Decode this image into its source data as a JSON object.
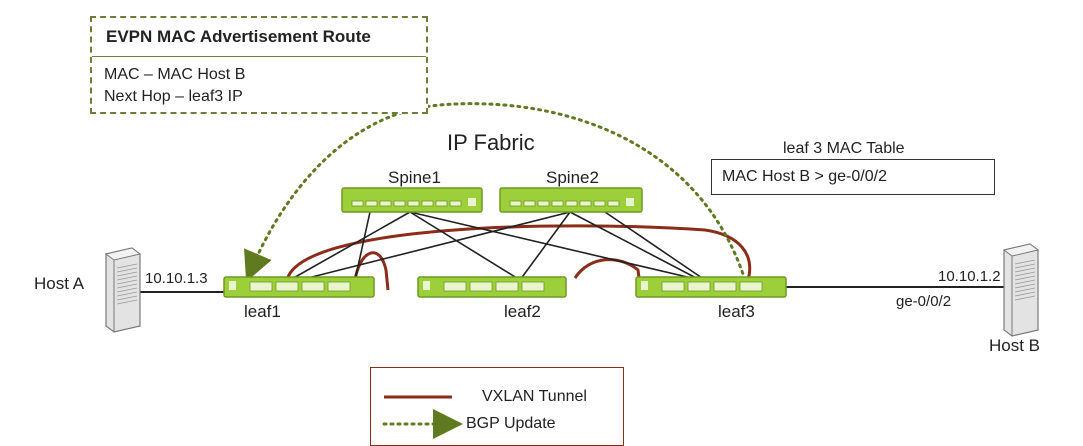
{
  "route_box": {
    "title": "EVPN MAC Advertisement Route",
    "lines": [
      "MAC – MAC Host B",
      "Next Hop – leaf3 IP"
    ]
  },
  "fabric_label": "IP Fabric",
  "mac_table": {
    "title": "leaf 3 MAC Table",
    "entry": "MAC Host B > ge-0/0/2"
  },
  "spines": [
    {
      "label": "Spine1"
    },
    {
      "label": "Spine2"
    }
  ],
  "leaves": [
    {
      "label": "leaf1"
    },
    {
      "label": "leaf2"
    },
    {
      "label": "leaf3"
    }
  ],
  "hosts": {
    "a": {
      "label": "Host A",
      "ip": "10.10.1.3"
    },
    "b": {
      "label": "Host B",
      "ip": "10.10.1.2",
      "port": "ge-0/0/2"
    }
  },
  "legend": {
    "vxlan": "VXLAN Tunnel",
    "bgp": "BGP Update"
  },
  "colors": {
    "switch_fill": "#9ccf3a",
    "switch_border": "#6f9a22",
    "vxlan": "#8c2c1a",
    "bgp": "#5f7a1f",
    "route_border": "#6a7f3a"
  }
}
